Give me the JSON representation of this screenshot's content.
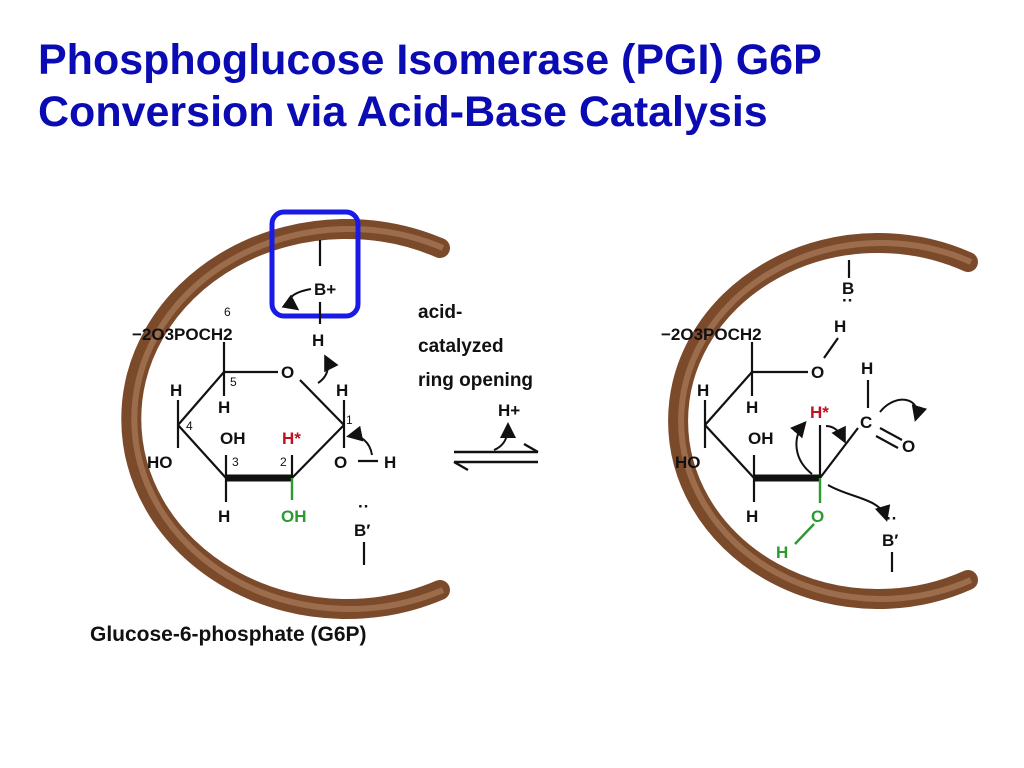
{
  "title": {
    "line1": "Phosphoglucose Isomerase (PGI) G6P",
    "line2": "Conversion via Acid-Base Catalysis"
  },
  "colors": {
    "title": "#0b0bb4",
    "highlight_box": "#1a1ae6",
    "enzyme_pocket": "#7b4a2b",
    "acid_hydrogen": "#c0111f",
    "hydroxyl_green": "#2c9a2e"
  },
  "left_structure": {
    "base_top": "B+",
    "carbon6_number": "6",
    "phosphate_group": "−2O3POCH2",
    "h_above_ring_o": "H",
    "ring_o": "O",
    "c5_number": "5",
    "c4_number": "4",
    "c3_number": "3",
    "c2_number": "2",
    "c1_number": "1",
    "c4_h": "H",
    "c5_h": "H",
    "c1_h": "H",
    "c3_oh": "OH",
    "c2_h_star": "H*",
    "c4_ho": "HO",
    "c1_oh_o": "O",
    "c1_oh_h": "H",
    "c3_h_down": "H",
    "c2_oh": "OH",
    "base_bottom": "B′",
    "caption": "Glucose-6-phosphate (G6P)"
  },
  "middle": {
    "line1": "acid-",
    "line2": "catalyzed",
    "line3": "ring opening",
    "proton": "H+"
  },
  "right_structure": {
    "base_top": "B",
    "phosphate_group": "−2O3POCH2",
    "o_h": "H",
    "o5": "O",
    "aldehyde_h": "H",
    "aldehyde_c": "C",
    "aldehyde_o": "O",
    "c4_h": "H",
    "c5_h": "H",
    "c3_oh": "OH",
    "c2_h_star": "H*",
    "c4_ho": "HO",
    "c3_h_down": "H",
    "c2_o": "O",
    "c2_o_h": "H",
    "base_bottom": "B′"
  }
}
